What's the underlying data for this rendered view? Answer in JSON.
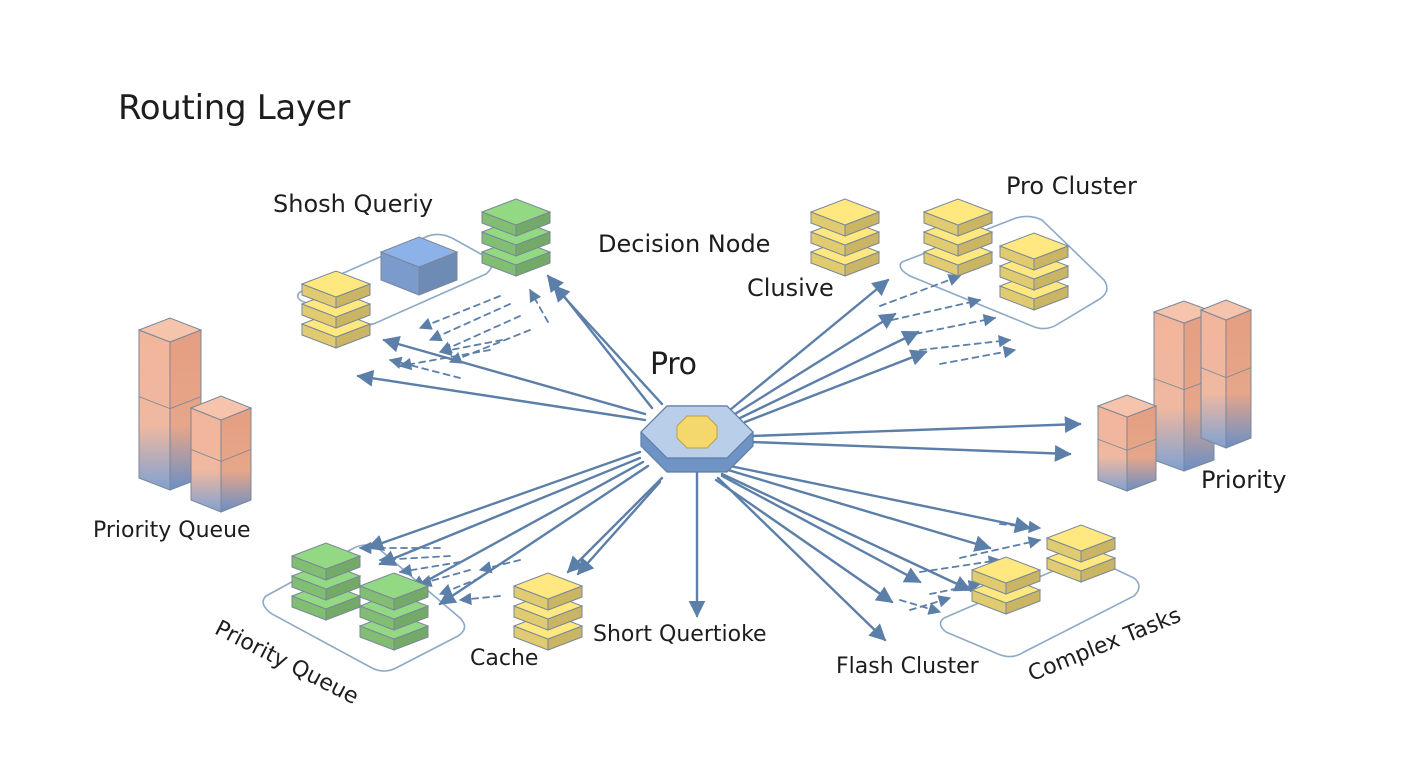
{
  "diagram": {
    "title": "Routing Layer",
    "labels": {
      "short_query": "Shosh Queriy",
      "decision_node": "Decision Node",
      "clusive": "Clusive",
      "pro_cluster": "Pro Cluster",
      "pro": "Pro",
      "priority_queue_left": "Priority Queue",
      "priority_right": "Priority",
      "priority_queue_bottom": "Priority Queue",
      "cache": "Cache",
      "short_quertioke": "Short Quertioke",
      "flash_cluster": "Flash Cluster",
      "complex_tasks": "Complex Tasks"
    },
    "colors": {
      "arrow": "#5b7fa8",
      "platform_stroke": "#8fa9c4",
      "yellow": "#f5dd7a",
      "green": "#8ccf7e",
      "blue": "#86a9de",
      "salmon": "#f2b59b"
    }
  }
}
